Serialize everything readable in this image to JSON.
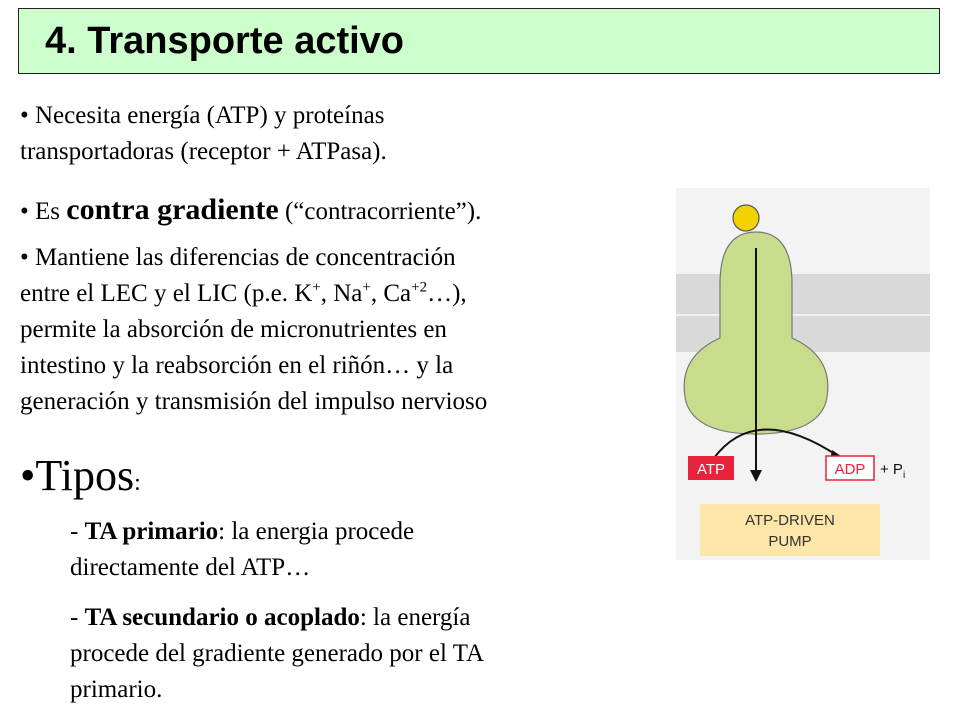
{
  "title": "4. Transporte activo",
  "bullet1": {
    "line1": "• Necesita energía (ATP) y proteínas",
    "line2": "transportadoras (receptor + ATPasa)."
  },
  "bullet2": {
    "pre": "• Es ",
    "emph": "contra gradiente",
    "post": " (“contracorriente”)."
  },
  "bullet3": {
    "line1": "• Mantiene las diferencias de concentración",
    "l2_a": "entre el LEC y el LIC (p.e. K",
    "sup1": "+",
    "l2_b": ", Na",
    "sup2": "+",
    "l2_c": ", Ca",
    "sup3": "+2",
    "l2_d": "…),",
    "line3": "permite la absorción de micronutrientes en",
    "line4": "intestino y  la reabsorción en el riñón… y la",
    "line5": "generación y transmisión del impulso nervioso"
  },
  "tipos": {
    "label": "•Tipos",
    "colon": ":"
  },
  "primario": {
    "dash": "- ",
    "term": "TA primario",
    "rest": ": la energia procede",
    "line2": "directamente del ATP…"
  },
  "secundario": {
    "dash": "- ",
    "term": "TA secundario o acoplado",
    "rest": ": la energía",
    "line2": "procede del gradiente generado por el TA",
    "line3": "primario."
  },
  "figure": {
    "atp_label": "ATP",
    "adp_label": "ADP",
    "pi_plus": "+ P",
    "pi_sub": "i",
    "caption_line1": "ATP-DRIVEN",
    "caption_line2": "PUMP",
    "colors": {
      "background": "#f3f3f3",
      "membrane": "#d9d9d9",
      "protein": "#c8dc8c",
      "ion": "#f2d200",
      "atp_red": "#e8223c",
      "caption_bg": "#fce7a8"
    }
  }
}
